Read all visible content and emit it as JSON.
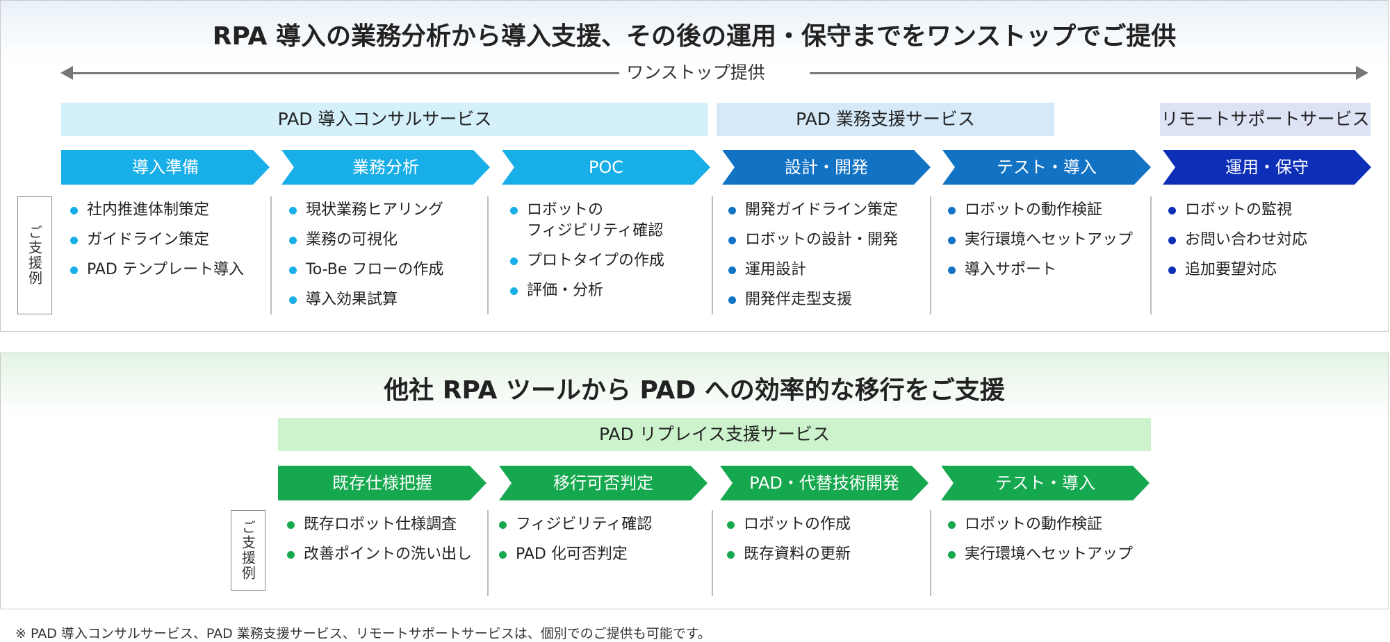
{
  "panel1": {
    "title": "RPA 導入の業務分析から導入支援、その後の運用・保守までをワンストップでご提供",
    "onestop_label": "ワンストップ提供",
    "services": [
      {
        "label": "PAD 導入コンサルサービス",
        "color": "#d3f0fb"
      },
      {
        "label": "PAD 業務支援サービス",
        "color": "#d5e9f8"
      },
      {
        "label": "リモートサポートサービス",
        "color": "#dde3f5"
      }
    ],
    "example_label": "ご支援例",
    "steps": [
      {
        "label": "導入準備",
        "color": "#18aee8",
        "dot": "#18aee8",
        "items": [
          "社内推進体制策定",
          "ガイドライン策定",
          "PAD テンプレート導入"
        ]
      },
      {
        "label": "業務分析",
        "color": "#18aee8",
        "dot": "#18aee8",
        "items": [
          "現状業務ヒアリング",
          "業務の可視化",
          "To-Be フローの作成",
          "導入効果試算"
        ]
      },
      {
        "label": "POC",
        "color": "#18aee8",
        "dot": "#18aee8",
        "items": [
          "ロボットの\nフィジビリティ確認",
          "プロトタイプの作成",
          "評価・分析"
        ]
      },
      {
        "label": "設計・開発",
        "color": "#1272c4",
        "dot": "#1272c4",
        "items": [
          "開発ガイドライン策定",
          "ロボットの設計・開発",
          "運用設計",
          "開発伴走型支援"
        ]
      },
      {
        "label": "テスト・導入",
        "color": "#1272c4",
        "dot": "#1272c4",
        "items": [
          "ロボットの動作検証",
          "実行環境へセットアップ",
          "導入サポート"
        ]
      },
      {
        "label": "運用・保守",
        "color": "#0d2fb8",
        "dot": "#0d2fb8",
        "items": [
          "ロボットの監視",
          "お問い合わせ対応",
          "追加要望対応"
        ]
      }
    ]
  },
  "panel2": {
    "title": "他社 RPA ツールから PAD への効率的な移行をご支援",
    "service": {
      "label": "PAD リプレイス支援サービス",
      "color": "#ccf3cc"
    },
    "example_label": "ご支援例",
    "steps": [
      {
        "label": "既存仕様把握",
        "color": "#16a84e",
        "dot": "#16a84e",
        "items": [
          "既存ロボット仕様調査",
          "改善ポイントの洗い出し"
        ]
      },
      {
        "label": "移行可否判定",
        "color": "#16a84e",
        "dot": "#16a84e",
        "items": [
          "フィジビリティ確認",
          "PAD 化可否判定"
        ]
      },
      {
        "label": "PAD・代替技術開発",
        "color": "#16a84e",
        "dot": "#16a84e",
        "items": [
          "ロボットの作成",
          "既存資料の更新"
        ]
      },
      {
        "label": "テスト・導入",
        "color": "#16a84e",
        "dot": "#16a84e",
        "items": [
          "ロボットの動作検証",
          "実行環境へセットアップ"
        ]
      }
    ]
  },
  "footnote": "※ PAD 導入コンサルサービス、PAD 業務支援サービス、リモートサポートサービスは、個別でのご提供も可能です。"
}
